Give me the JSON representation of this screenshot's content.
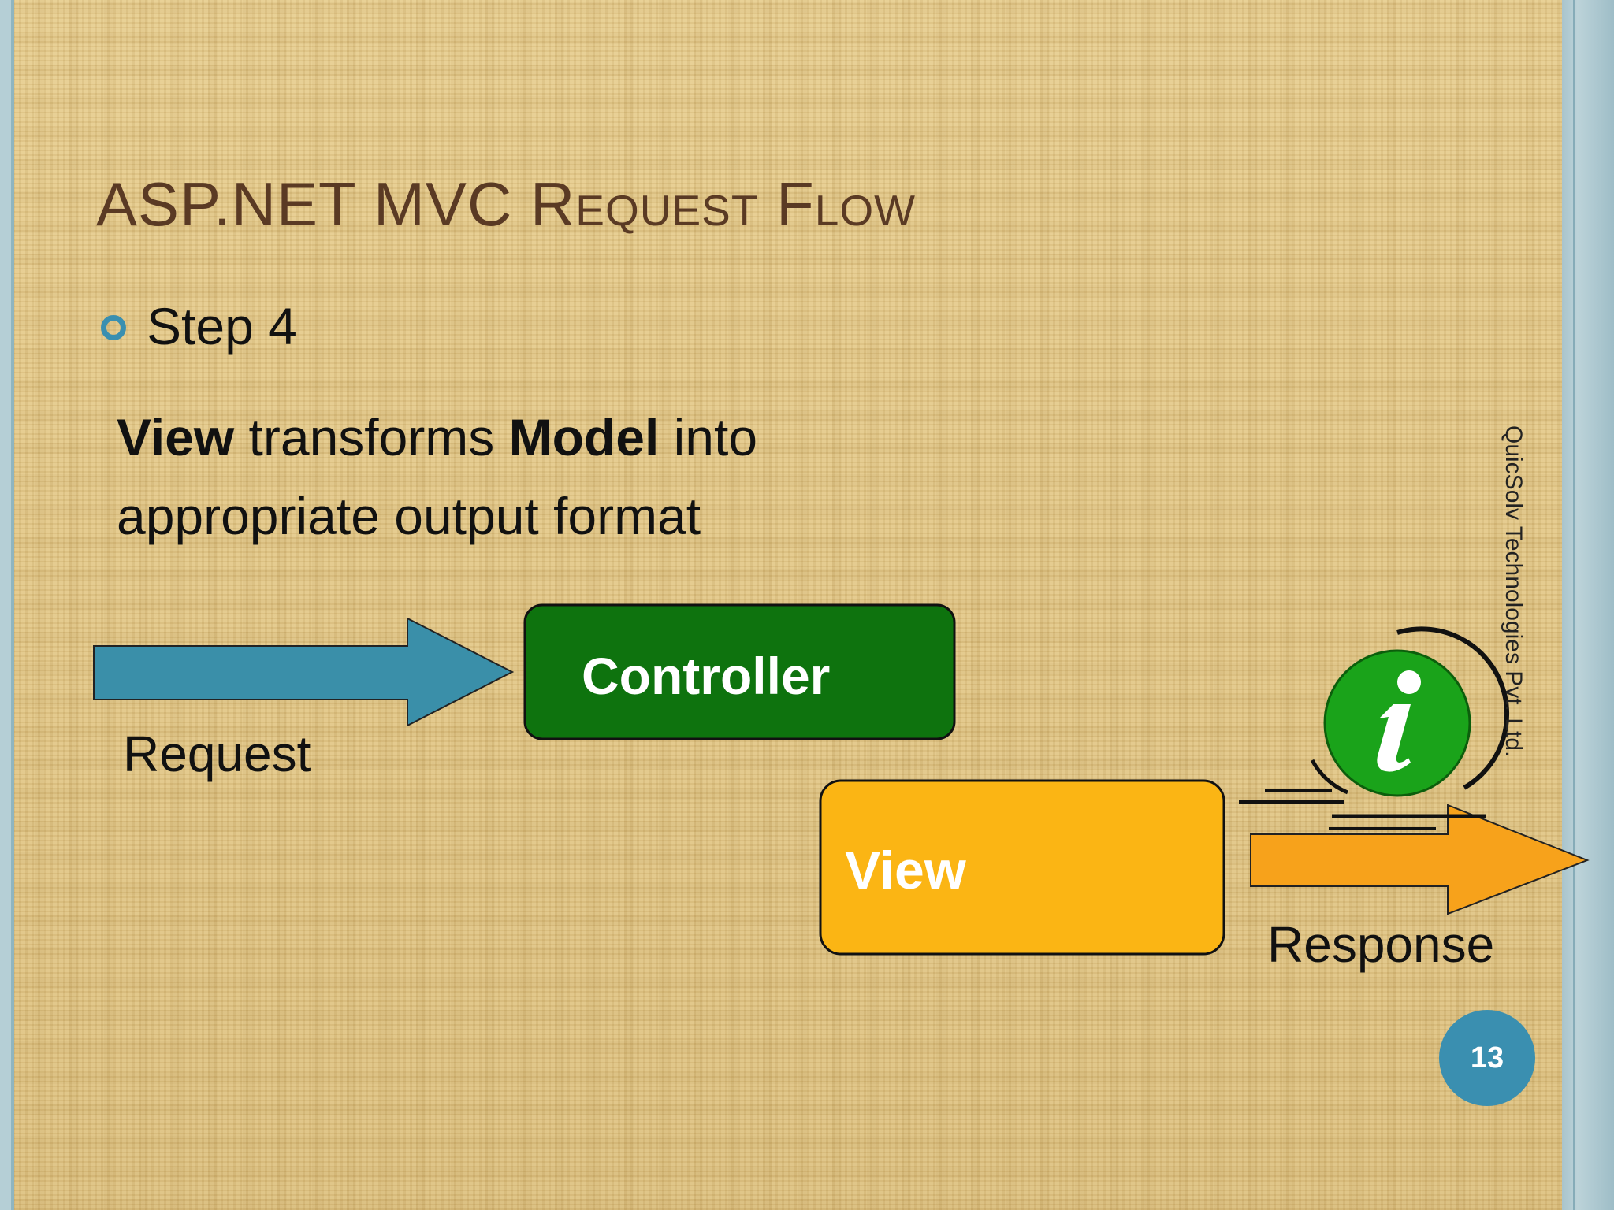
{
  "slide": {
    "title": "ASP.NET MVC Request Flow",
    "step": "Step 4",
    "description": {
      "part1": "View",
      "part2": " transforms ",
      "part3": "Model",
      "part4": " into",
      "line2": "appropriate output format"
    },
    "company": "QuicSolv Technologies Pvt. Ltd.",
    "page_number": "13"
  },
  "diagram": {
    "controller_label": "Controller",
    "view_label": "View",
    "request_label": "Request",
    "response_label": "Response",
    "info_icon": "info-icon",
    "colors": {
      "request_arrow": "#3a8fa9",
      "controller_box": "#0e730e",
      "view_box": "#fbb514",
      "response_arrow": "#f7a21b",
      "info_circle": "#1aa31a",
      "accent": "#3a8fb0"
    }
  }
}
